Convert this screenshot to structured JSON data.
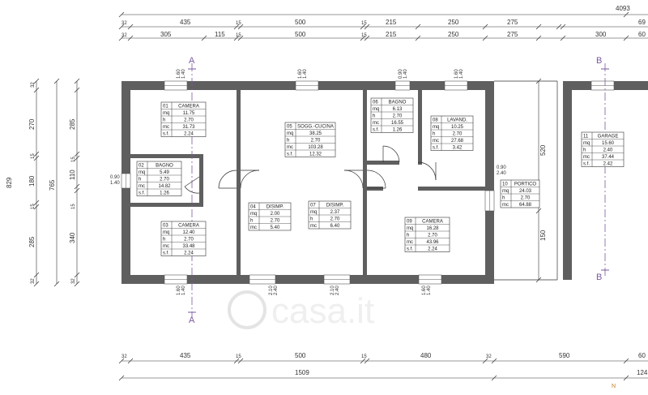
{
  "dims": {
    "top_total_right": "4093",
    "top_partial_right": "69",
    "top_row1_left": "32",
    "top_row1": [
      "435",
      "15",
      "500",
      "15",
      "215",
      "250",
      "275"
    ],
    "top_row2_left": "32",
    "top_row2": [
      "305",
      "115",
      "15",
      "500",
      "15",
      "215",
      "250",
      "275",
      "300"
    ],
    "top_row2_right": "60",
    "bottom_row1": [
      "32",
      "435",
      "15",
      "500",
      "15",
      "480",
      "32",
      "590"
    ],
    "bottom_row1_right": "60",
    "bottom_total": "1509",
    "bottom_total_right": "124",
    "left_total": "829",
    "left_col1": [
      "32",
      "270",
      "15",
      "180",
      "15",
      "285",
      "32"
    ],
    "left_col2": [
      "765"
    ],
    "left_col3": [
      "285",
      "15",
      "110",
      "15",
      "340",
      "32"
    ],
    "right_mid": [
      "520",
      "150"
    ]
  },
  "windows": {
    "w_top1": [
      "1.60",
      "1.40"
    ],
    "w_top2": [
      "1.60",
      "1.40"
    ],
    "w_top3": [
      "0.90",
      "1.40"
    ],
    "w_top4": [
      "1.60",
      "1.40"
    ],
    "w_left": [
      "0.90",
      "1.40"
    ],
    "w_right": [
      "0.90",
      "2.40"
    ],
    "w_bot1": [
      "1.60",
      "1.40"
    ],
    "w_bot2": [
      "2.10",
      "2.40"
    ],
    "w_bot3": [
      "2.10",
      "2.40"
    ],
    "w_bot4": [
      "1.60",
      "1.40"
    ]
  },
  "rooms": [
    {
      "num": "01",
      "name": "CAMERA",
      "rows": [
        [
          "mq",
          "11.75"
        ],
        [
          "h",
          "2.70"
        ],
        [
          "mc",
          "31.73"
        ],
        [
          "s.f.",
          "2.24"
        ]
      ]
    },
    {
      "num": "02",
      "name": "BAGNO",
      "rows": [
        [
          "mq",
          "5.49"
        ],
        [
          "h",
          "2.70"
        ],
        [
          "mc",
          "14.82"
        ],
        [
          "s.f.",
          "1.26"
        ]
      ]
    },
    {
      "num": "03",
      "name": "CAMERA",
      "rows": [
        [
          "mq",
          "12.40"
        ],
        [
          "h",
          "2.70"
        ],
        [
          "mc",
          "33.48"
        ],
        [
          "s.f.",
          "2.24"
        ]
      ]
    },
    {
      "num": "04",
      "name": "DISIMP.",
      "rows": [
        [
          "mq",
          "2.00"
        ],
        [
          "h",
          "2.70"
        ],
        [
          "mc",
          "5.40"
        ]
      ]
    },
    {
      "num": "05",
      "name": "SOGG.-CUCINA",
      "rows": [
        [
          "mq",
          "38.25"
        ],
        [
          "h",
          "2.70"
        ],
        [
          "mc",
          "103.28"
        ],
        [
          "s.f.",
          "12.32"
        ]
      ]
    },
    {
      "num": "06",
      "name": "BAGNO",
      "rows": [
        [
          "mq",
          "6.13"
        ],
        [
          "h",
          "2.70"
        ],
        [
          "mc",
          "16.55"
        ],
        [
          "s.f.",
          "1.26"
        ]
      ]
    },
    {
      "num": "07",
      "name": "DISIMP.",
      "rows": [
        [
          "mq",
          "2.37"
        ],
        [
          "h",
          "2.70"
        ],
        [
          "mc",
          "6.40"
        ]
      ]
    },
    {
      "num": "08",
      "name": "LAVAND.",
      "rows": [
        [
          "mq",
          "10.25"
        ],
        [
          "h",
          "2.70"
        ],
        [
          "mc",
          "27.68"
        ],
        [
          "s.f.",
          "3.42"
        ]
      ]
    },
    {
      "num": "09",
      "name": "CAMERA",
      "rows": [
        [
          "mq",
          "16.28"
        ],
        [
          "h",
          "2.70"
        ],
        [
          "mc",
          "43.96"
        ],
        [
          "s.f.",
          "2.24"
        ]
      ]
    },
    {
      "num": "10",
      "name": "PORTICO",
      "rows": [
        [
          "mq",
          "24.03"
        ],
        [
          "h",
          "2.70"
        ],
        [
          "mc",
          "64.88"
        ]
      ]
    },
    {
      "num": "11",
      "name": "GARAGE",
      "rows": [
        [
          "mq",
          "15.60"
        ],
        [
          "h",
          "2.40"
        ],
        [
          "mc",
          "37.44"
        ],
        [
          "s.f.",
          "2.42"
        ]
      ]
    }
  ],
  "sections": {
    "a_top": "A",
    "a_bottom": "A",
    "b_top": "B",
    "b_bottom": "B"
  },
  "north": "N",
  "watermark": "casa.it",
  "colors": {
    "wall": "#5f5f5f",
    "line": "#333333",
    "section": "#7a5aa0"
  }
}
